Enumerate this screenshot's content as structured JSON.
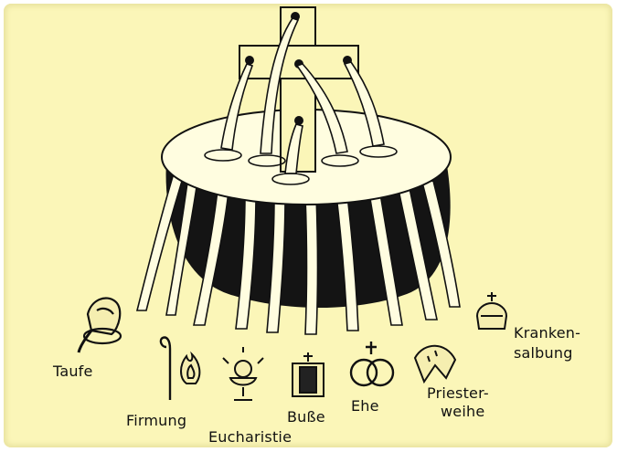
{
  "labels": {
    "taufe": "Taufe",
    "firmung": "Firmung",
    "eucharistie": "Eucharistie",
    "busse": "Buße",
    "ehe": "Ehe",
    "priesterweihe_1": "Priester-",
    "priesterweihe_2": "weihe",
    "krankensalbung_1": "Kranken-",
    "krankensalbung_2": "salbung"
  },
  "colors": {
    "background": "#fbf6b8",
    "ink": "#111111",
    "water": "#fffde0"
  },
  "icons": [
    "cross-icon",
    "pitcher-icon",
    "crozier-icon",
    "flame-icon",
    "chalice-icon",
    "confessional-icon",
    "rings-icon",
    "stole-icon",
    "oil-vessel-icon"
  ]
}
